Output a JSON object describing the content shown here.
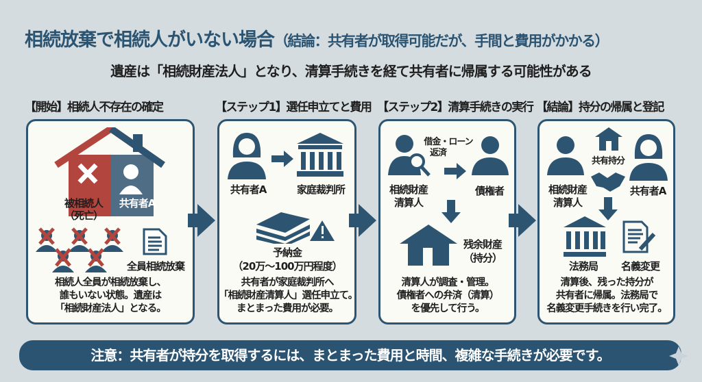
{
  "header": {
    "title": "相続放棄で相続人がいない場合",
    "title_note": "（結論：共有者が取得可能だが、手間と費用がかかる）",
    "subtitle": "遺産は「相続財産法人」となり、清算手続きを経て共有者に帰属する可能性がある"
  },
  "steps": [
    {
      "heading": "【開始】相続人不存在の確定",
      "labels": {
        "deceased": "被相続人",
        "deceased_note": "（死亡）",
        "coowner": "共有者A",
        "all_renounce": "全員相続放棄"
      },
      "desc": [
        "相続人全員が相続放棄し、",
        "誰もいない状態。遺産は",
        "「相続財産法人」となる。"
      ]
    },
    {
      "heading": "【ステップ1】選任申立てと費用",
      "labels": {
        "coowner": "共有者A",
        "court": "家庭裁判所",
        "deposit": "予納金",
        "deposit_amount": "（20万〜100万円程度）"
      },
      "desc": [
        "共有者が家庭裁判所へ",
        "「相続財産清算人」選任申立て。",
        "まとまった費用が必要。"
      ]
    },
    {
      "heading": "【ステップ2】清算手続きの実行",
      "labels": {
        "repay": "借金・ローン",
        "repay2": "返済",
        "administrator": "相続財産",
        "administrator2": "清算人",
        "creditor": "債権者",
        "remaining": "残余財産",
        "remaining2": "（持分）"
      },
      "desc": [
        "清算人が調査・管理。",
        "債権者への弁済（清算）",
        "を優先して行う。"
      ]
    },
    {
      "heading": "【結論】持分の帰属と登記",
      "labels": {
        "share": "共有持分",
        "administrator": "相続財産",
        "administrator2": "清算人",
        "coowner": "共有者A",
        "bureau": "法務局",
        "name_change": "名義変更"
      },
      "desc": [
        "清算後、残った持分が",
        "共有者に帰属。法務局で",
        "名義変更手続きを行い完了。"
      ]
    }
  ],
  "footer": {
    "notice": "注意：共有者が持分を取得するには、まとまった費用と時間、複雑な手続きが必要です。"
  },
  "colors": {
    "primary": "#2d5470",
    "accent_red": "#b2463f",
    "background": "#d4dcdf",
    "card": "#fbfbf6"
  }
}
